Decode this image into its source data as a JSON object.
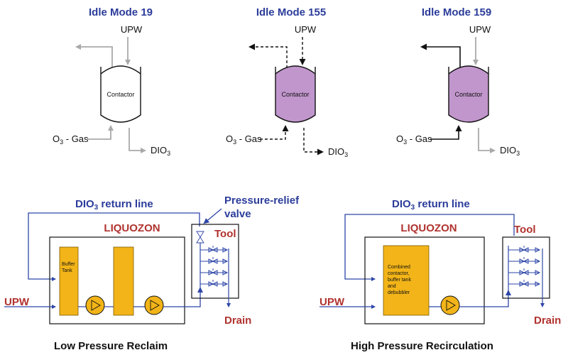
{
  "top": {
    "modes": [
      {
        "title": "Idle Mode 19",
        "upw": "UPW",
        "contactor": "Contactor",
        "gas_pre": "O",
        "gas_sub": "3",
        "gas_post": " - Gas",
        "dio_pre": "DIO",
        "dio_sub": "3"
      },
      {
        "title": "Idle Mode 155",
        "upw": "UPW",
        "contactor": "Contactor",
        "gas_pre": "O",
        "gas_sub": "3",
        "gas_post": " - Gas",
        "dio_pre": "DIO",
        "dio_sub": "3"
      },
      {
        "title": "Idle Mode 159",
        "upw": "UPW",
        "contactor": "Contactor",
        "gas_pre": "O",
        "gas_sub": "3",
        "gas_post": " - Gas",
        "dio_pre": "DIO",
        "dio_sub": "3"
      }
    ]
  },
  "left_system": {
    "return_pre": "DIO",
    "return_sub": "3",
    "return_post": " return line",
    "relief_line1": "Pressure-relief",
    "relief_line2": "valve",
    "unit": "LIQUOZON",
    "tool": "Tool",
    "buffer_line1": "Buffer",
    "buffer_line2": "Tank",
    "upw": "UPW",
    "drain": "Drain",
    "caption": "Low Pressure Reclaim"
  },
  "right_system": {
    "return_pre": "DIO",
    "return_sub": "3",
    "return_post": " return line",
    "unit": "LIQUOZON",
    "tool": "Tool",
    "combined": [
      "Combined",
      "contactor,",
      "buffer tank",
      "and",
      "debubbler"
    ],
    "upw": "UPW",
    "drain": "Drain",
    "caption": "High Pressure Recirculation"
  },
  "colors": {
    "title_blue": "#2b3c9a",
    "label_red": "#b0322e",
    "line_blue": "#2e46a8",
    "tank_orange": "#f2b418",
    "contactor_purple": "#c196cc",
    "arrow_gray": "#a9a9a9"
  }
}
